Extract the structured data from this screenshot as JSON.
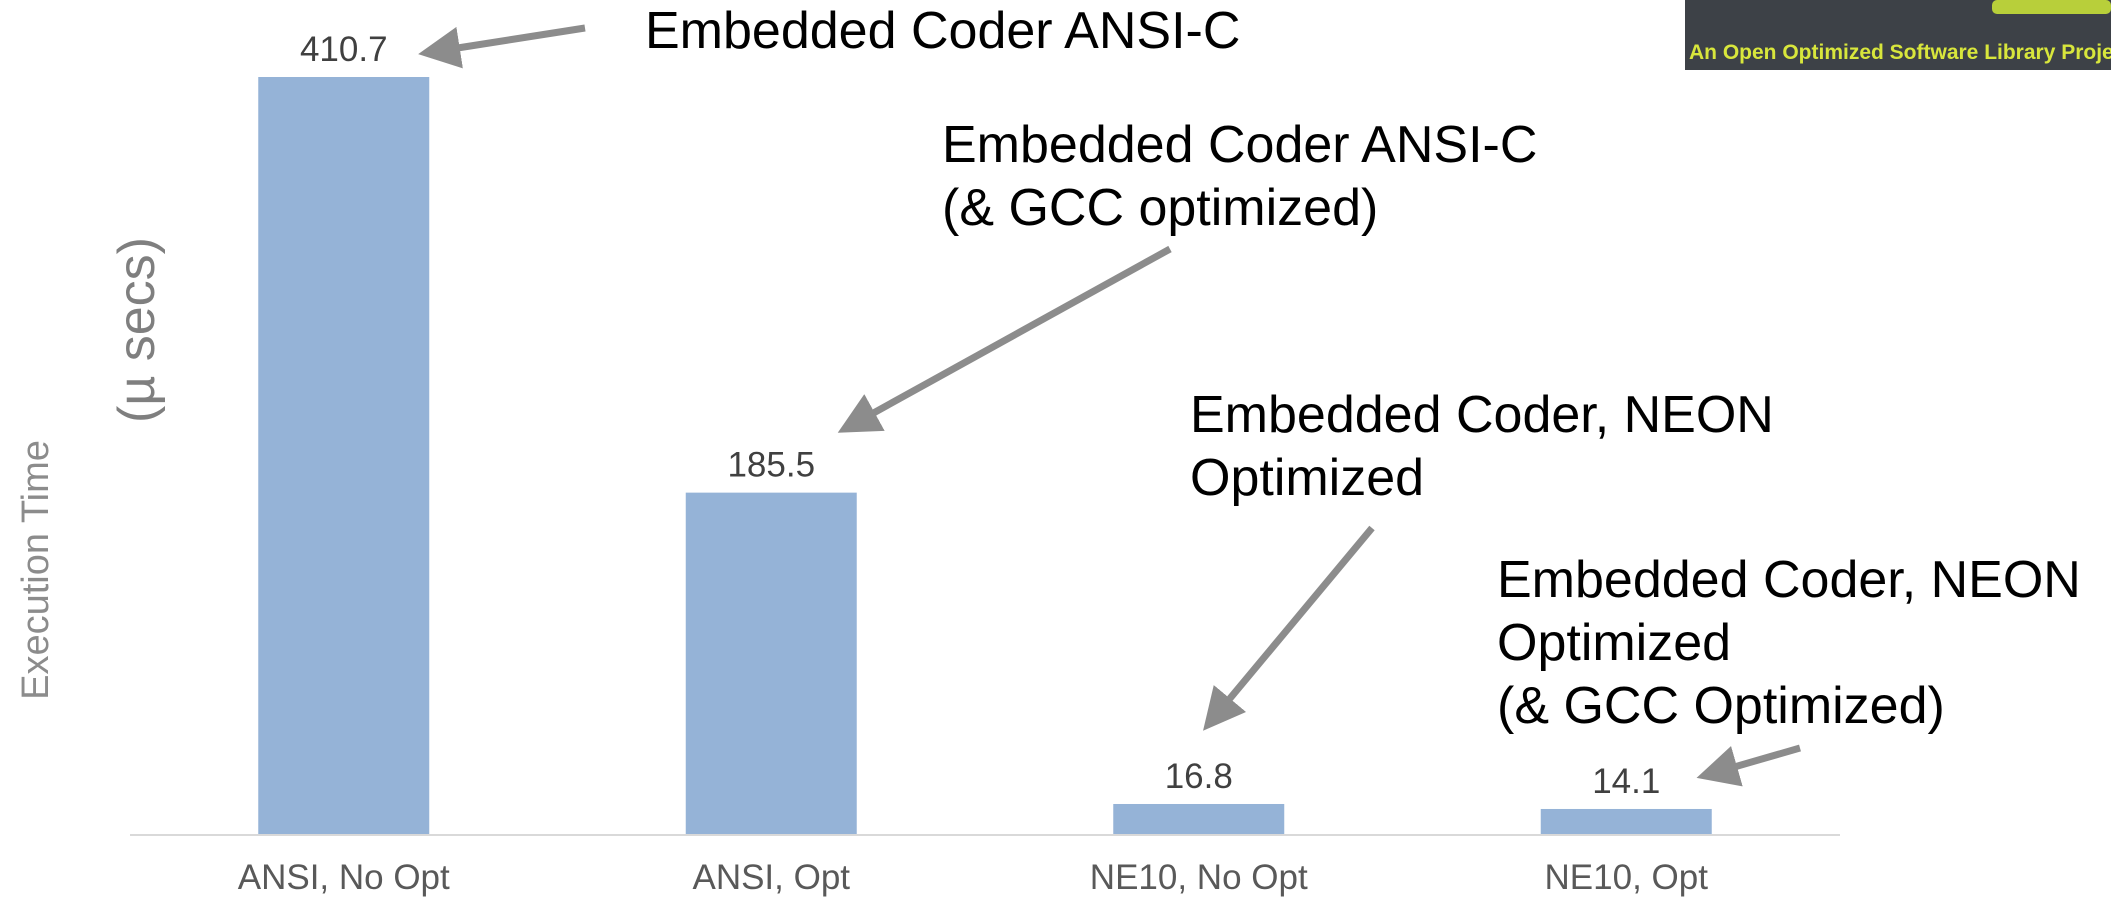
{
  "chart_data": {
    "type": "bar",
    "categories": [
      "ANSI, No Opt",
      "ANSI, Opt",
      "NE10, No Opt",
      "NE10, Opt"
    ],
    "values": [
      410.7,
      185.5,
      16.8,
      14.1
    ],
    "data_labels": [
      "410.7",
      "185.5",
      "16.8",
      "14.1"
    ],
    "title": "",
    "xlabel": "",
    "ylabel": "Execution Time",
    "yunit": "(µ secs)",
    "ylim": [
      0,
      410.7
    ],
    "grid": false,
    "bar_color": "#95b3d7",
    "annotations": [
      {
        "lines": [
          "Embedded Coder ANSI-C"
        ],
        "target": 0
      },
      {
        "lines": [
          "Embedded Coder ANSI-C",
          "(& GCC optimized)"
        ],
        "target": 1
      },
      {
        "lines": [
          "Embedded Coder, NEON",
          "Optimized"
        ],
        "target": 2
      },
      {
        "lines": [
          "Embedded Coder, NEON",
          "Optimized",
          "(& GCC Optimized)"
        ],
        "target": 3
      }
    ]
  },
  "logo": {
    "text": "An Open Optimized Software Library Project f",
    "accent_color": "#b8cf3a",
    "text_color": "#d8e63c"
  }
}
